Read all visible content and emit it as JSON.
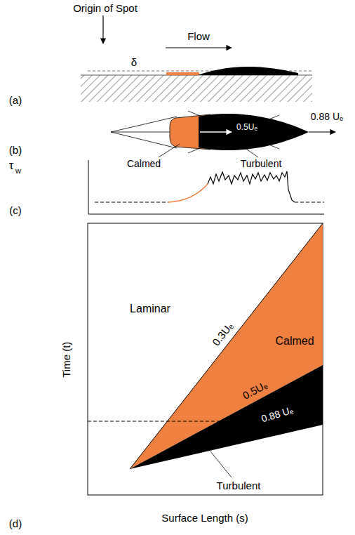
{
  "diagram": {
    "labels": [
      "Origin of Spot",
      "Flow",
      "δ",
      "(a)",
      "0.5Uₑ",
      "0.88 Uₑ",
      "Calmed",
      "Turbulent",
      "(b)",
      "τ",
      "w",
      "(c)",
      "Time (t)",
      "Laminar",
      "0.3Uₑ",
      "Calmed",
      "0.5Uₑ",
      "0.88 Uₑ",
      "Turbulent",
      "Surface Length (s)",
      "(d)"
    ]
  }
}
